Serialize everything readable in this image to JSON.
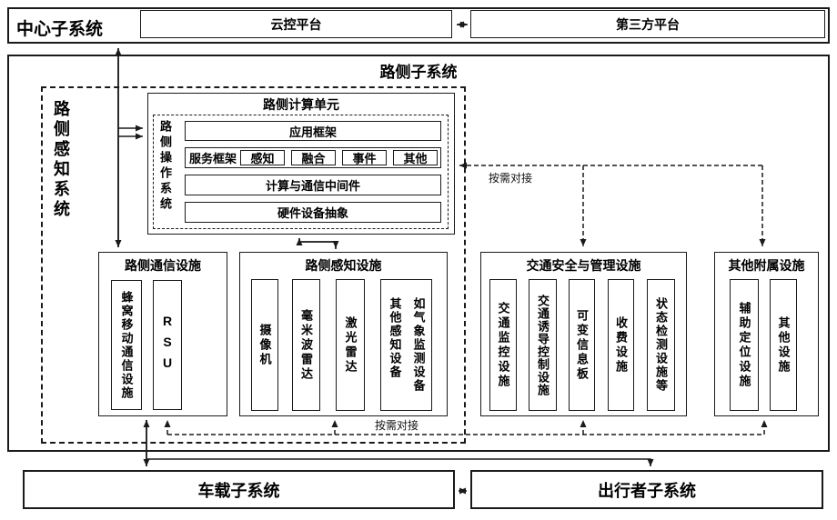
{
  "center_subsystem": {
    "label": "中心子系统",
    "cloud_platform": "云控平台",
    "third_party_platform": "第三方平台"
  },
  "roadside_subsystem": {
    "label": "路侧子系统",
    "perception_system_label": "路侧感知系统"
  },
  "computing_unit": {
    "title": "路侧计算单元",
    "os_label": "路侧操作系统",
    "app_framework": "应用框架",
    "service_framework": {
      "label": "服务框架",
      "modules": [
        "感知",
        "融合",
        "事件",
        "其他"
      ]
    },
    "middleware": "计算与通信中间件",
    "hardware_abstraction": "硬件设备抽象"
  },
  "communication_facility": {
    "title": "路侧通信设施",
    "items": [
      "蜂窝移动通信设施",
      "RSU"
    ]
  },
  "perception_facility": {
    "title": "路侧感知设施",
    "items": [
      "摄像机",
      "毫米波雷达",
      "激光雷达",
      "其他感知设备\n如气象监测设备"
    ]
  },
  "traffic_facility": {
    "title": "交通安全与管理设施",
    "items": [
      "交通监控设施",
      "交通诱导控制设施",
      "可变信息板",
      "收费设施",
      "状态检测设施等"
    ]
  },
  "auxiliary_facility": {
    "title": "其他附属设施",
    "items": [
      "辅助定位设施",
      "其他设施"
    ]
  },
  "vehicle_subsystem": {
    "label": "车载子系统"
  },
  "traveler_subsystem": {
    "label": "出行者子系统"
  },
  "connections": {
    "on_demand_top": "按需对接",
    "on_demand_bottom": "按需对接"
  },
  "colors": {
    "line": "#1a1a1a",
    "background": "#ffffff"
  }
}
